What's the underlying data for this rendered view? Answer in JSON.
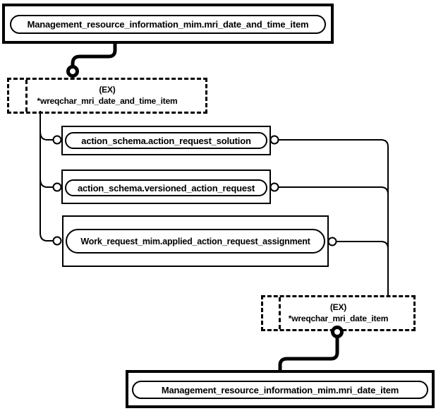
{
  "diagram": {
    "kind": "EXPRESS-G schema reference diagram",
    "colors": {
      "ink": "#000000",
      "background": "#ffffff"
    },
    "nodes": {
      "top_entity": {
        "label": "Management_resource_information_mim.mri_date_and_time_item"
      },
      "ref_date_and_time": {
        "prefix": "(EX)",
        "name": "*wreqchar_mri_date_and_time_item"
      },
      "action_request_solution": {
        "label": "action_schema.action_request_solution"
      },
      "versioned_action_request": {
        "label": "action_schema.versioned_action_request"
      },
      "applied_action_request_assignment": {
        "label": "Work_request_mim.applied_action_request_assignment"
      },
      "ref_date": {
        "prefix": "(EX)",
        "name": "*wreqchar_mri_date_item"
      },
      "bottom_entity": {
        "label": "Management_resource_information_mim.mri_date_item"
      }
    }
  }
}
